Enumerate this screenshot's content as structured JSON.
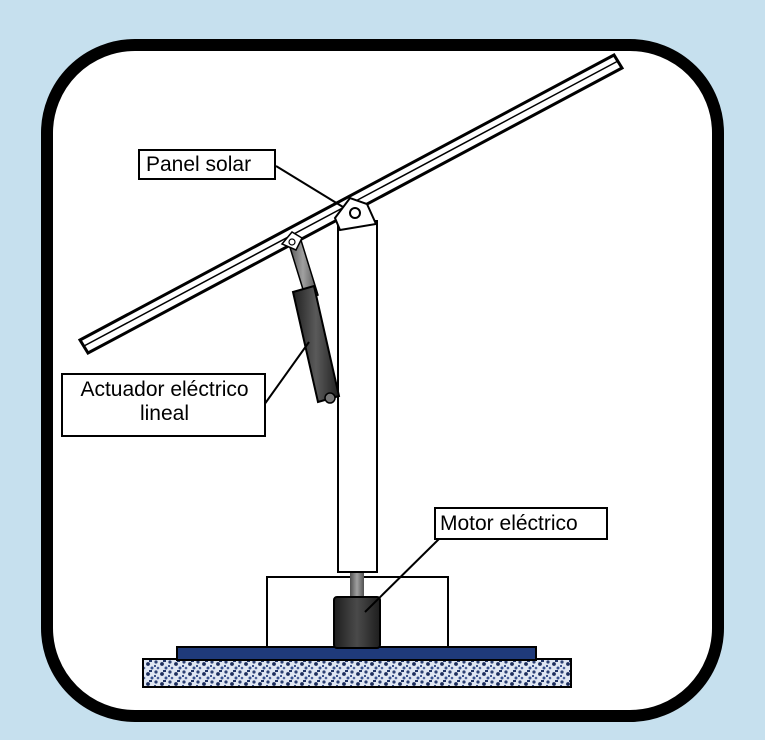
{
  "labels": {
    "panel": "Panel solar",
    "actuator_line1": "Actuador eléctrico",
    "actuator_line2": "lineal",
    "motor": "Motor eléctrico"
  },
  "colors": {
    "background": "#c6e0ee",
    "frame_fill": "#ffffff",
    "frame_stroke": "#000000",
    "base_plate": "#1f3a7a",
    "ground": "#5a6f9c",
    "motor": "#2f2f2f",
    "actuator": "#3a3a3a"
  }
}
